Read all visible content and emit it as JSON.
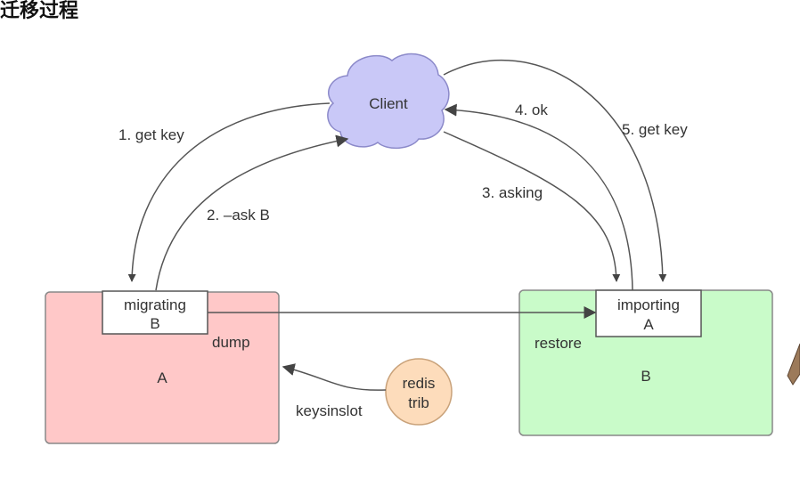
{
  "heading": "迁移过程",
  "client": {
    "label": "Client"
  },
  "node_a": {
    "label": "A",
    "tag_line1": "migrating",
    "tag_line2": "B",
    "side_label": "dump"
  },
  "node_b": {
    "label": "B",
    "tag_line1": "importing",
    "tag_line2": "A",
    "side_label": "restore"
  },
  "tool": {
    "line1": "redis",
    "line2": "trib",
    "edge_label": "keysinslot"
  },
  "steps": {
    "s1": "1. get key",
    "s2": "2. –ask B",
    "s3": "3. asking",
    "s4": "4. ok",
    "s5": "5. get key"
  },
  "colors": {
    "client_fill": "#c9c8f7",
    "node_a_fill": "#ffc8c8",
    "node_b_fill": "#c9fbc9",
    "tool_fill": "#fddcbb",
    "stroke": "#666666"
  }
}
